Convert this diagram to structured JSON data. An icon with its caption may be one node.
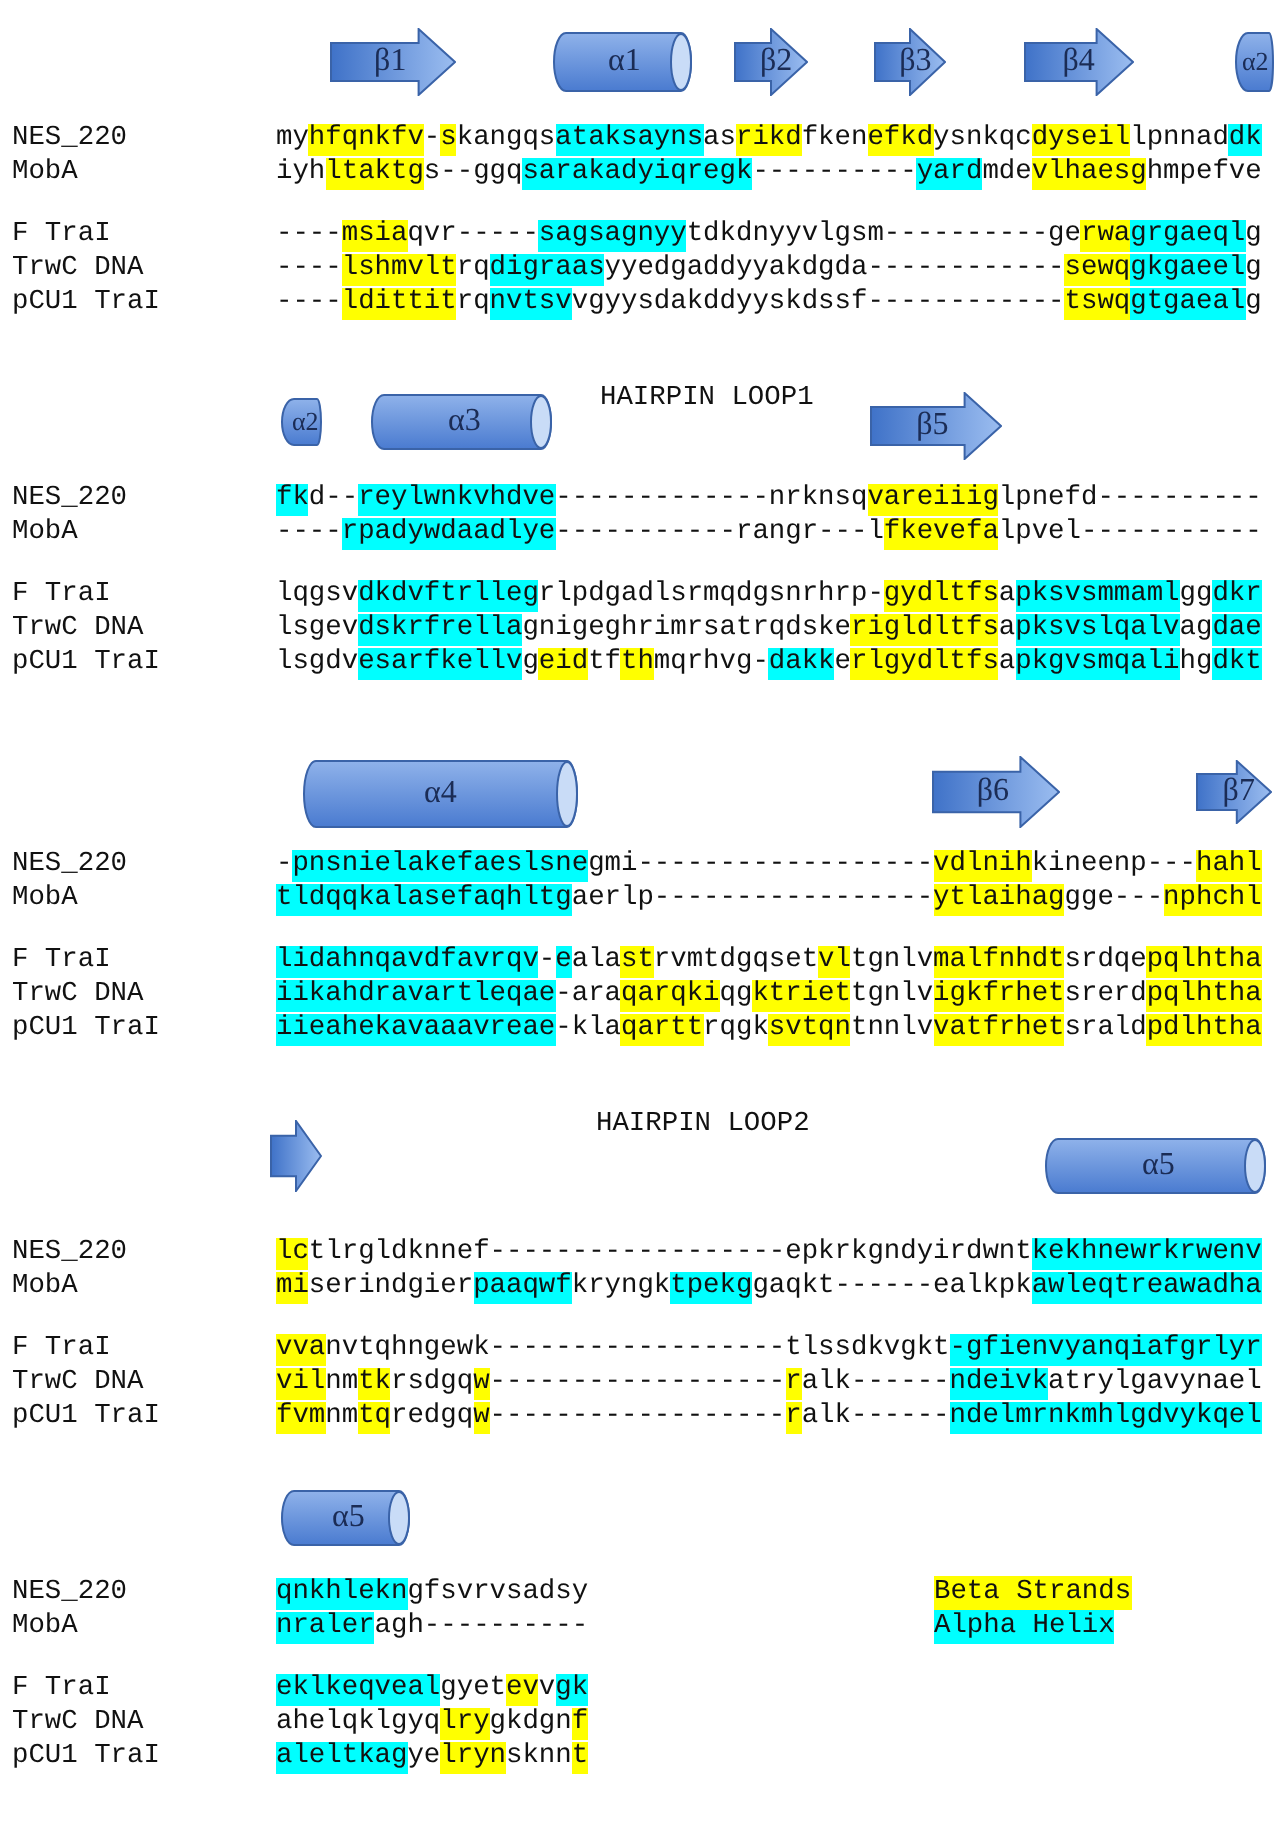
{
  "diagram": {
    "nodes": [
      {
        "text": [
          "β1"
        ]
      },
      {
        "text": [
          "α1"
        ]
      },
      {
        "text": [
          "β2"
        ]
      },
      {
        "text": [
          "β3"
        ]
      },
      {
        "text": [
          "β4"
        ]
      },
      {
        "text": [
          "α2"
        ]
      },
      {
        "text": [
          "α2"
        ]
      },
      {
        "text": [
          "α3"
        ]
      },
      {
        "text": [
          "β5"
        ]
      },
      {
        "text": [
          "α4"
        ]
      },
      {
        "text": [
          "β6"
        ]
      },
      {
        "text": [
          "β7"
        ]
      },
      {
        "text": [],
        "shape": "arrow"
      },
      {
        "text": [
          "α5"
        ]
      },
      {
        "text": [
          "α5"
        ]
      }
    ],
    "labels": [
      "NES_220",
      "myhfqnkfv-skangqsataksaynsasrikdfkenefkdysnkqcdyseillpnnaddk",
      "MobA",
      "iyhltaktgs--ggqsarakadyiqregk----------yardmdevlhaesghmpefve",
      "F TraI",
      "----msiaqvr-----sagsagnyytdkdnyyvlgsm----------gerwagrgaeqlg",
      "TrwC DNA",
      "----lshmvltrqdigraasyyedgaddyyakdgda------------sewqgkgaeelg",
      "pCU1 TraI",
      "----ldittitrqnvtsvvgyysdakddyyskdssf------------tswqgtgaealg",
      "HAIRPIN LOOP1",
      "NES_220",
      "fkd--reylwnkvhdve-------------nrknsqvareiiiglpnefd----------",
      "MobA",
      "----rpadywdaadlye-----------rangr---lfkevefalpvel-----------",
      "F TraI",
      "lqgsvdkdvftrllegrlpdgadlsrmqdgsnrhrp-gydltfsapksvsmmamlggdkr",
      "TrwC DNA",
      "lsgevdskrfrellagnigeghrimrsatrqdskerigldltfsapksvslqalvagdae",
      "pCU1 TraI",
      "lsgdvesarfkellvgeidtfthmqrhvg-dakkerlgydltfsapkgvsmqalihgdkt",
      "NES_220",
      "-pnsnielakefaeslsnegmi------------------vdlnihkineenp---hahl",
      "MobA",
      "tldqqkalasefaqhltgaerlp-----------------ytlaihaggge---nphchl",
      "F TraI",
      "lidahnqavdfavrqv-ealastrvmtdgqsetvltgnlvmalfnhdtsrdqepqlhtha",
      "TrwC DNA",
      "iikahdravartleqae-araqarqkiqgktriettgnlvigkfrhetsrerdpqlhtha",
      "pCU1 TraI",
      "iieahekavaaavreae-klaqarttrqgksvtqntnnlvvatfrhetsraldpdlhtha",
      "HAIRPIN LOOP2",
      "NES_220",
      "lctlrgldknnef------------------epkrkgndyirdwntkekhnewrkrwenv",
      "MobA",
      "miserindgierpaaqwfkryngktpekggaqkt------ealkpkawleqtreawadha",
      "F TraI",
      "vvanvtqhngewk------------------tlssdkvgkt-gfienvyanqiafgrlyr",
      "TrwC DNA",
      "vilnmtkrsdgqw------------------ralk------ndeivkatrylgavynael",
      "pCU1 TraI",
      "fvmnmtqredgqw------------------ralk------ndelmrnkmhlgdvykqel",
      "NES_220",
      "qnkhlekngfsvrvsadsy",
      "MobA",
      "nraleragh----------",
      "F TraI",
      "eklkeqvealgyetevvgk",
      "TrwC DNA",
      "ahelqklgyqlrygkdgnf",
      "pCU1 TraI",
      "aleltkagyelrynsknnt"
    ],
    "legend": [
      {
        "text": "Beta Strands",
        "color": "#ffff00"
      },
      {
        "text": "Alpha Helix",
        "color": "#00ffff"
      }
    ]
  }
}
